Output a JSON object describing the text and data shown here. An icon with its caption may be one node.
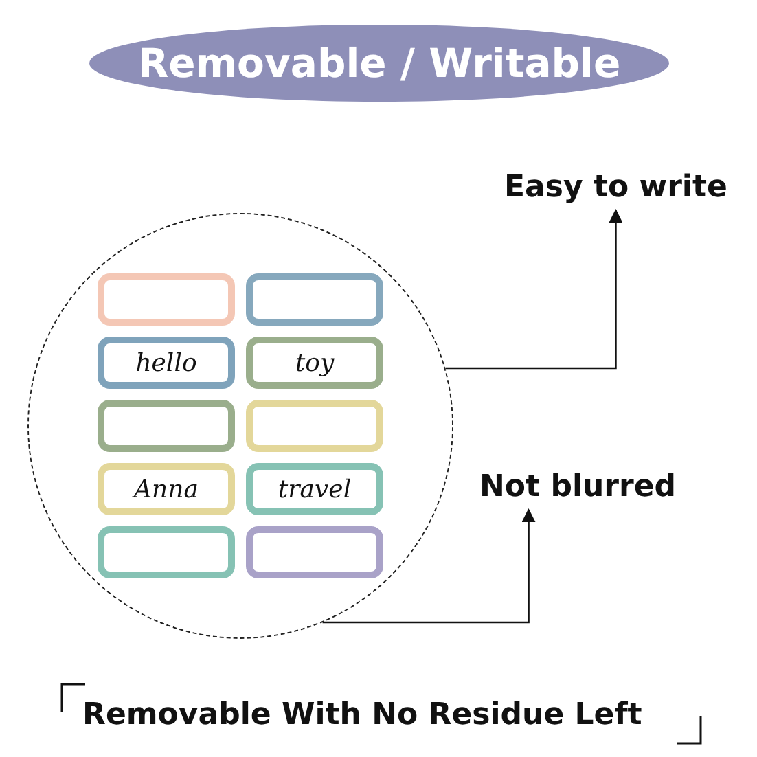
{
  "diagram": {
    "nodes": [
      {
        "text": [
          "Removable / Writable"
        ]
      },
      {
        "text": [],
        "shape": "circle"
      },
      {
        "text": [],
        "shape": "box",
        "in": 1
      },
      {
        "text": [],
        "shape": "box",
        "in": 1
      },
      {
        "text": [
          "hello"
        ],
        "in": 1
      },
      {
        "text": [
          "toy"
        ],
        "in": 1
      },
      {
        "text": [],
        "shape": "box",
        "in": 1
      },
      {
        "text": [],
        "shape": "box",
        "in": 1
      },
      {
        "text": [
          "Anna"
        ],
        "in": 1
      },
      {
        "text": [
          "travel"
        ],
        "in": 1
      },
      {
        "text": [],
        "shape": "box",
        "in": 1
      },
      {
        "text": [],
        "shape": "box",
        "in": 1
      },
      {
        "text": [
          "Easy to write"
        ]
      },
      {
        "text": [
          "Not blurred"
        ]
      }
    ],
    "edges": [
      {
        "from": 1,
        "to": 12,
        "arrow": "to"
      },
      {
        "from": 1,
        "to": 13,
        "arrow": "to"
      }
    ],
    "labels": [
      "Removable With No Residue Left"
    ]
  }
}
